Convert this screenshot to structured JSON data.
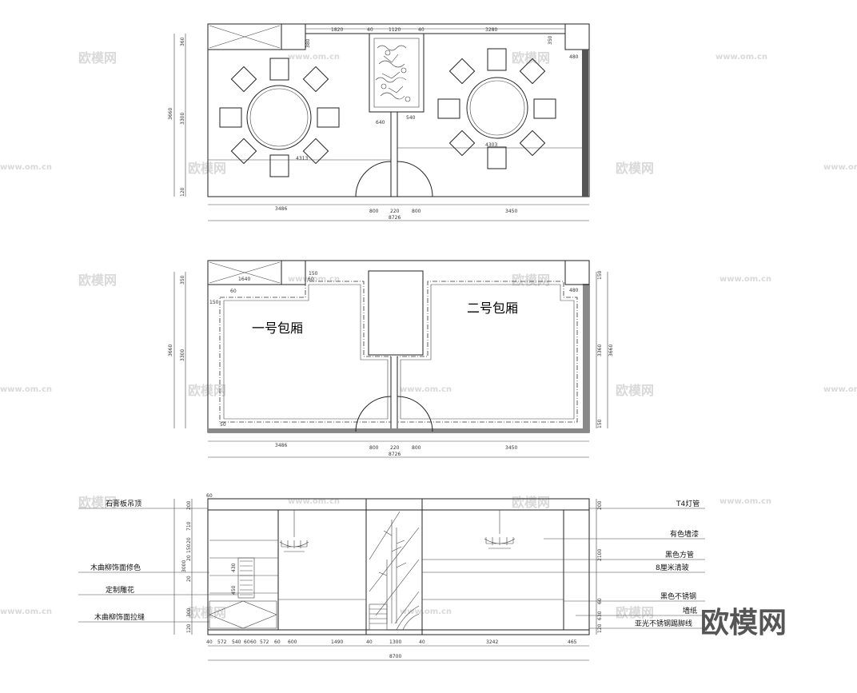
{
  "plan1": {
    "top_dims": [
      "1820",
      "40",
      "1120",
      "40",
      "3280"
    ],
    "left_dims": [
      "360",
      "3300",
      "120"
    ],
    "left_total": "3660",
    "inner_dims": [
      "380",
      "350",
      "480",
      "640",
      "540",
      "4313",
      "4303"
    ],
    "bottom_dims": [
      "3486",
      "800",
      "220",
      "800",
      "3450"
    ],
    "bottom_total": "8726"
  },
  "plan2": {
    "rooms": [
      "一号包厢",
      "二号包厢"
    ],
    "left_dims": [
      "350",
      "3300"
    ],
    "left_total": "3660",
    "right_dims": [
      "150",
      "3360",
      "150"
    ],
    "right_total": "3660",
    "inner_dims": [
      "1640",
      "60",
      "150",
      "60",
      "150",
      "480",
      "50"
    ],
    "bottom_dims": [
      "3486",
      "800",
      "220",
      "800",
      "3450"
    ],
    "bottom_total": "8726"
  },
  "elevation": {
    "left_labels": [
      "石膏板吊顶",
      "木曲柳饰面修色",
      "定制雕花",
      "木曲柳饰面拉缝"
    ],
    "right_labels": [
      "T4灯管",
      "有色墙漆",
      "黑色方管",
      "8厘米清玻",
      "黑色不锈钢",
      "墙纸",
      "亚光不锈钢踢脚线"
    ],
    "left_dims": [
      "60",
      "200",
      "710",
      "20",
      "150",
      "20",
      "3000",
      "20",
      "300",
      "120"
    ],
    "inner_dims": [
      "430",
      "450"
    ],
    "right_dims": [
      "200",
      "2100",
      "60",
      "630",
      "120"
    ],
    "bottom_dims": [
      "40",
      "572",
      "540",
      "60",
      "60",
      "572",
      "60",
      "600",
      "1490",
      "40",
      "1300",
      "40",
      "3242",
      "465"
    ],
    "bottom_total": "8700"
  },
  "watermarks": [
    "欧模网",
    "www.om.cn"
  ],
  "logo": "欧模网"
}
